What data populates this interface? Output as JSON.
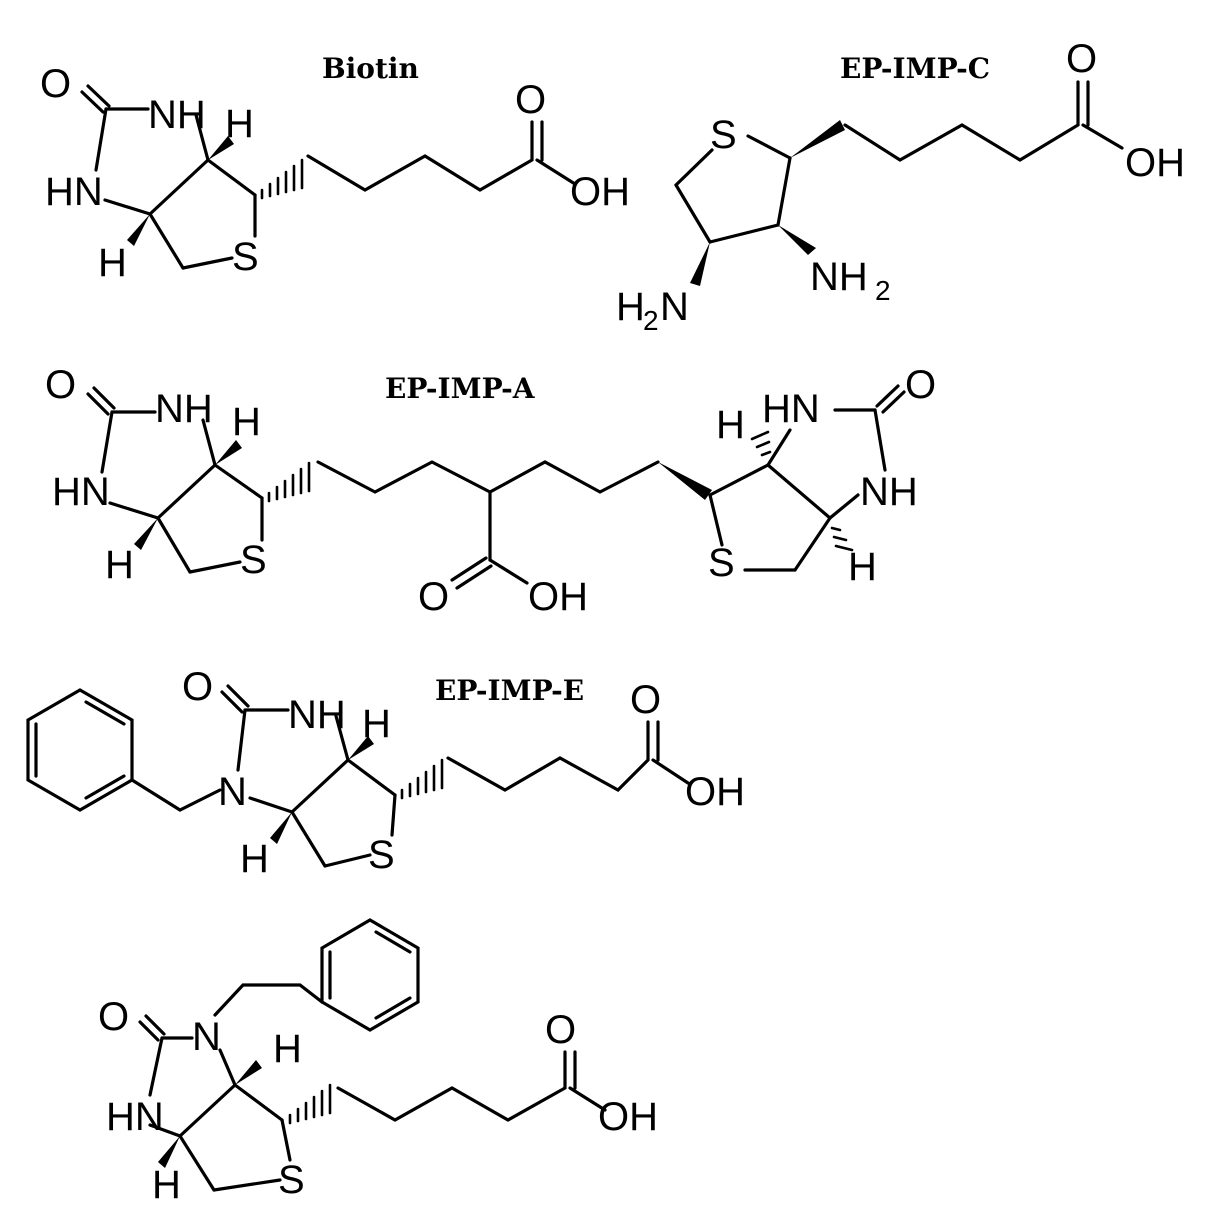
{
  "captions": {
    "biotin": "Biotin",
    "ep_imp_c": "EP-IMP-C",
    "ep_imp_a": "EP-IMP-A",
    "ep_imp_e": "EP-IMP-E"
  },
  "atoms": {
    "O": "O",
    "NH": "NH",
    "HN": "HN",
    "H": "H",
    "S": "S",
    "OH": "OH",
    "N": "N",
    "NH2": "NH",
    "H2N": "H",
    "H2N_N": "N",
    "two": "2"
  }
}
